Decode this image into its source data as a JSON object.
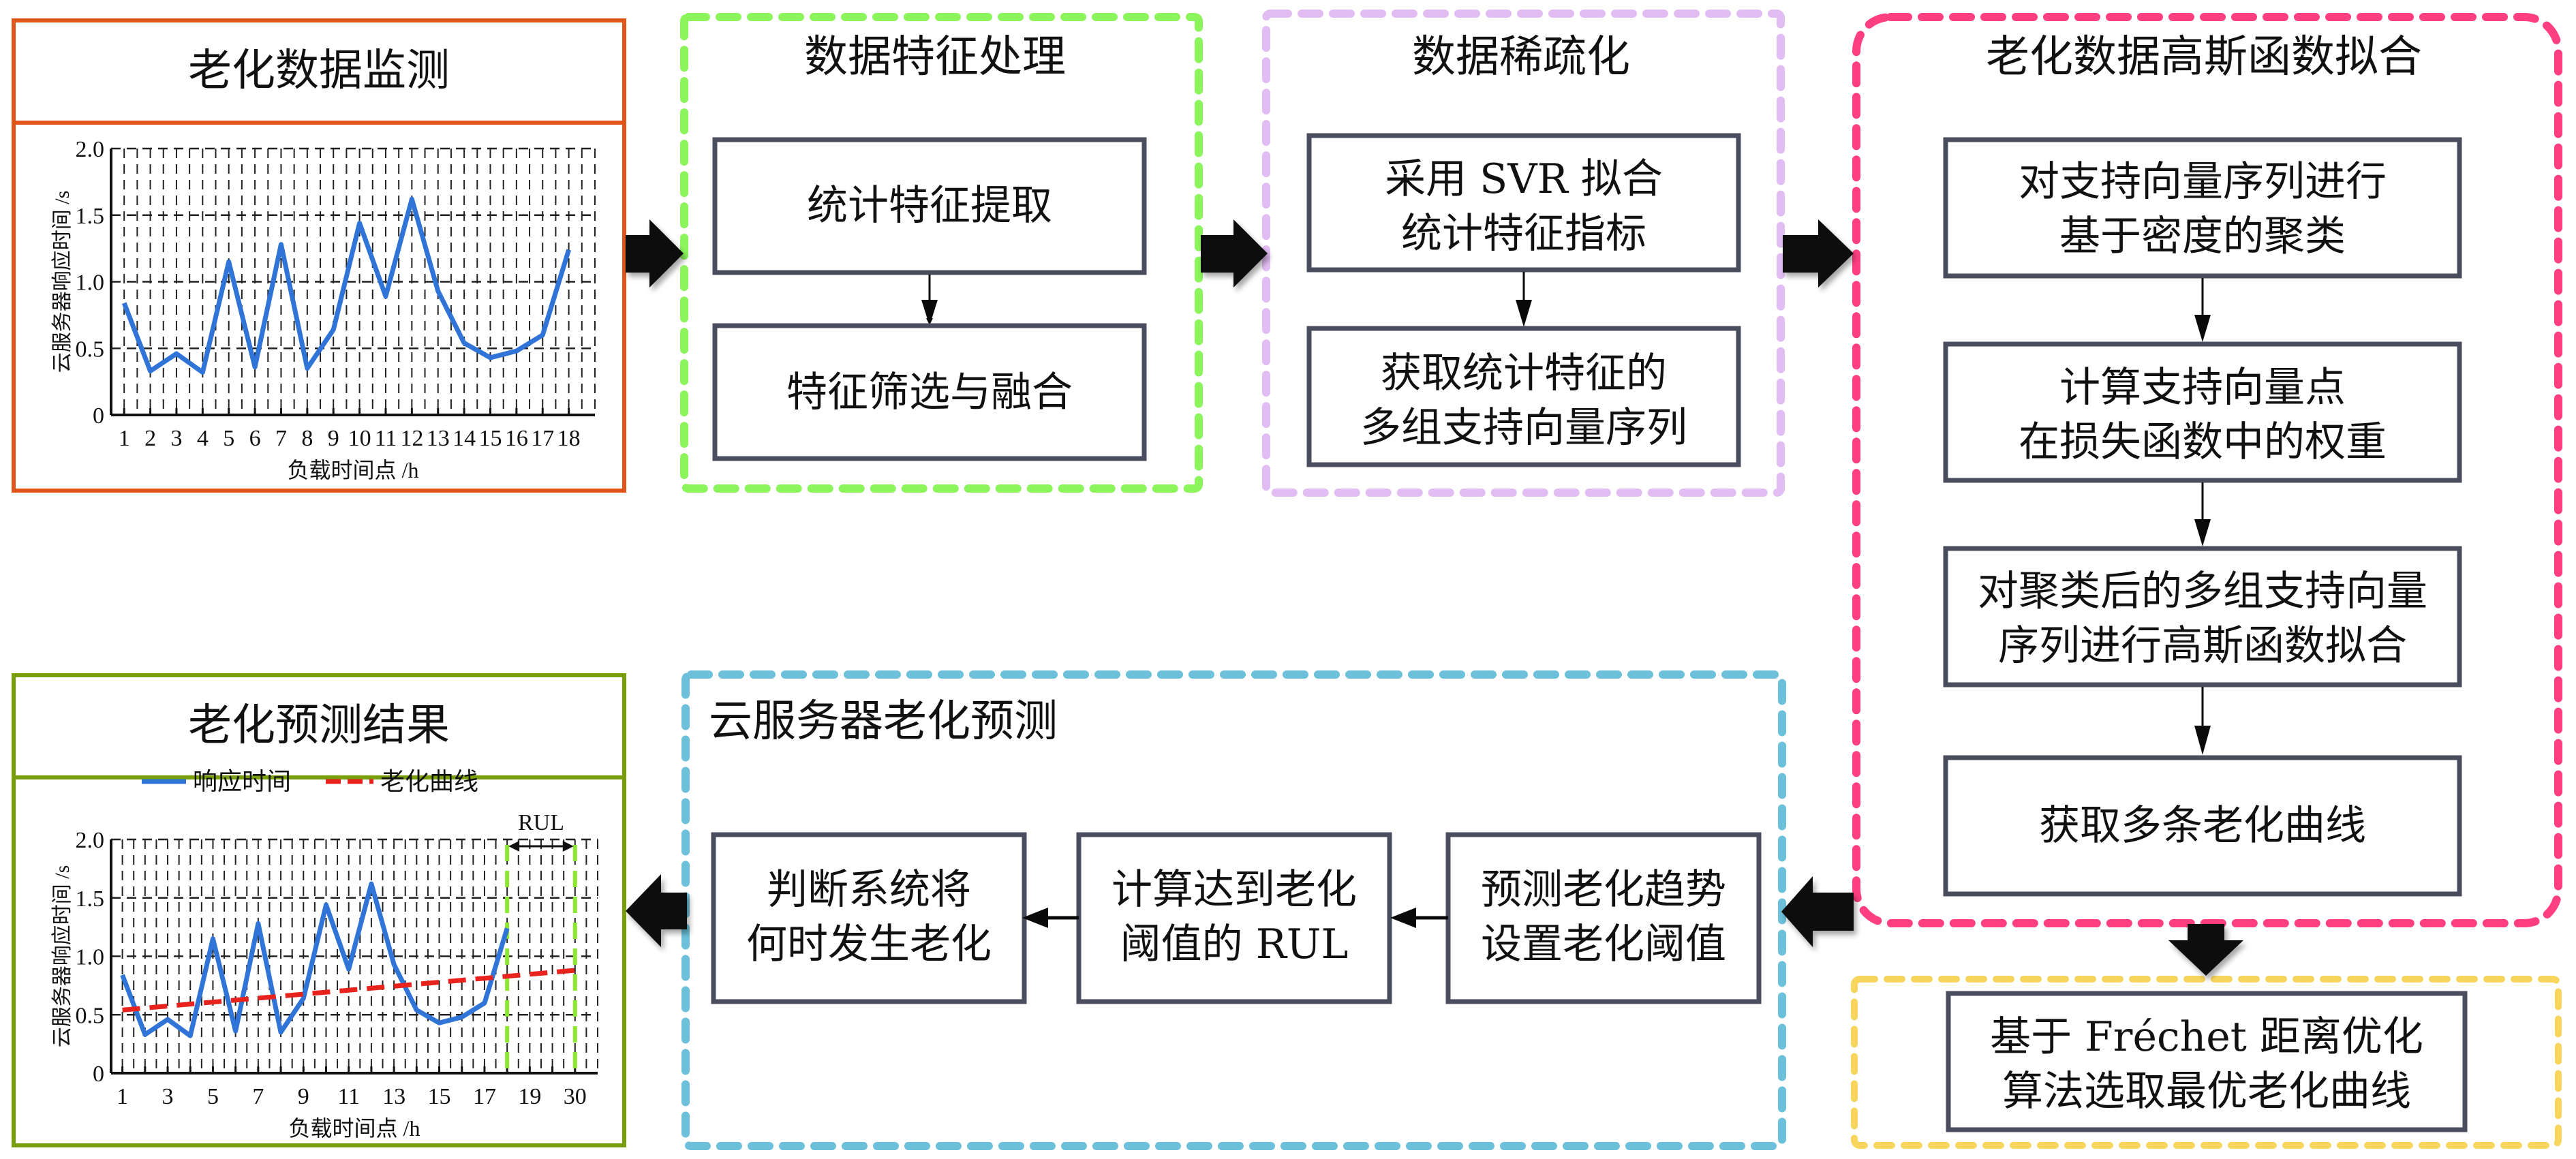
{
  "colors": {
    "monitor_frame": "#e0561a",
    "feature_frame": "#8cf55c",
    "sparse_frame": "#e2bdf3",
    "gauss_frame": "#ff3f80",
    "select_frame": "#f8d55c",
    "predict_frame": "#6cc0da",
    "result_frame": "#7a9e0a",
    "process_box_border": "#4a4d5e",
    "response_line": "#2f74d6",
    "aging_curve": "#e8231e",
    "rul_marker": "#8ce830",
    "arrow": "#0a0a0a"
  },
  "monitor_panel": {
    "title": "老化数据监测"
  },
  "feature_panel": {
    "title": "数据特征处理",
    "steps": [
      "统计特征提取",
      "特征筛选与融合"
    ]
  },
  "sparse_panel": {
    "title": "数据稀疏化",
    "steps": [
      [
        "采用 SVR 拟合",
        "统计特征指标"
      ],
      [
        "获取统计特征的",
        "多组支持向量序列"
      ]
    ]
  },
  "gauss_panel": {
    "title": "老化数据高斯函数拟合",
    "steps": [
      [
        "对支持向量序列进行",
        "基于密度的聚类"
      ],
      [
        "计算支持向量点",
        "在损失函数中的权重"
      ],
      [
        "对聚类后的多组支持向量",
        "序列进行高斯函数拟合"
      ],
      [
        "获取多条老化曲线"
      ]
    ]
  },
  "select_panel": {
    "step": [
      "基于 Fréchet 距离优化",
      "算法选取最优老化曲线"
    ]
  },
  "predict_panel": {
    "title": "云服务器老化预测",
    "steps": [
      [
        "预测老化趋势",
        "设置老化阈值"
      ],
      [
        "计算达到老化",
        "阈值的 RUL"
      ],
      [
        "判断系统将",
        "何时发生老化"
      ]
    ]
  },
  "result_panel": {
    "title": "老化预测结果"
  },
  "chart_data": [
    {
      "type": "line",
      "title": "",
      "xlabel": "负载时间点 /h",
      "ylabel": "云服务器响应时间 /s",
      "x": [
        1,
        2,
        3,
        4,
        5,
        6,
        7,
        8,
        9,
        10,
        11,
        12,
        13,
        14,
        15,
        16,
        17,
        18
      ],
      "x_tick_labels": [
        "1",
        "2",
        "3",
        "4",
        "5",
        "6",
        "7",
        "8",
        "9",
        "10",
        "11",
        "12",
        "13",
        "14",
        "15",
        "16",
        "17",
        "18"
      ],
      "y_ticks": [
        "0",
        "0.5",
        "1.0",
        "1.5",
        "2.0"
      ],
      "ylim": [
        0,
        2.0
      ],
      "grid": true,
      "series": [
        {
          "name": "响应时间",
          "values": [
            0.84,
            0.33,
            0.46,
            0.32,
            1.15,
            0.36,
            1.28,
            0.35,
            0.64,
            1.44,
            0.89,
            1.62,
            0.93,
            0.54,
            0.43,
            0.48,
            0.6,
            1.24
          ]
        }
      ]
    },
    {
      "type": "line",
      "title": "",
      "xlabel": "负载时间点 /h",
      "ylabel": "云服务器响应时间 /s",
      "x_positions": 21,
      "x_tick_labels": [
        "1",
        "3",
        "5",
        "7",
        "9",
        "11",
        "13",
        "15",
        "17",
        "19",
        "30"
      ],
      "x_tick_label_positions": [
        1,
        3,
        5,
        7,
        9,
        11,
        13,
        15,
        17,
        19,
        21
      ],
      "y_ticks": [
        "0",
        "0.5",
        "1.0",
        "1.5",
        "2.0"
      ],
      "ylim": [
        0,
        2.0
      ],
      "grid": true,
      "legend": [
        "响应时间",
        "老化曲线"
      ],
      "legend_position": "top",
      "series": [
        {
          "name": "响应时间",
          "style": "solid",
          "x": [
            1,
            2,
            3,
            4,
            5,
            6,
            7,
            8,
            9,
            10,
            11,
            12,
            13,
            14,
            15,
            16,
            17,
            18
          ],
          "values": [
            0.84,
            0.33,
            0.46,
            0.32,
            1.15,
            0.36,
            1.28,
            0.35,
            0.64,
            1.44,
            0.89,
            1.62,
            0.93,
            0.54,
            0.43,
            0.48,
            0.6,
            1.24
          ]
        },
        {
          "name": "老化曲线",
          "style": "dashed",
          "x": [
            1,
            21
          ],
          "values": [
            0.54,
            0.88
          ]
        }
      ],
      "annotations": [
        {
          "text": "RUL",
          "from_position": 18,
          "to_position": 21
        }
      ]
    }
  ]
}
